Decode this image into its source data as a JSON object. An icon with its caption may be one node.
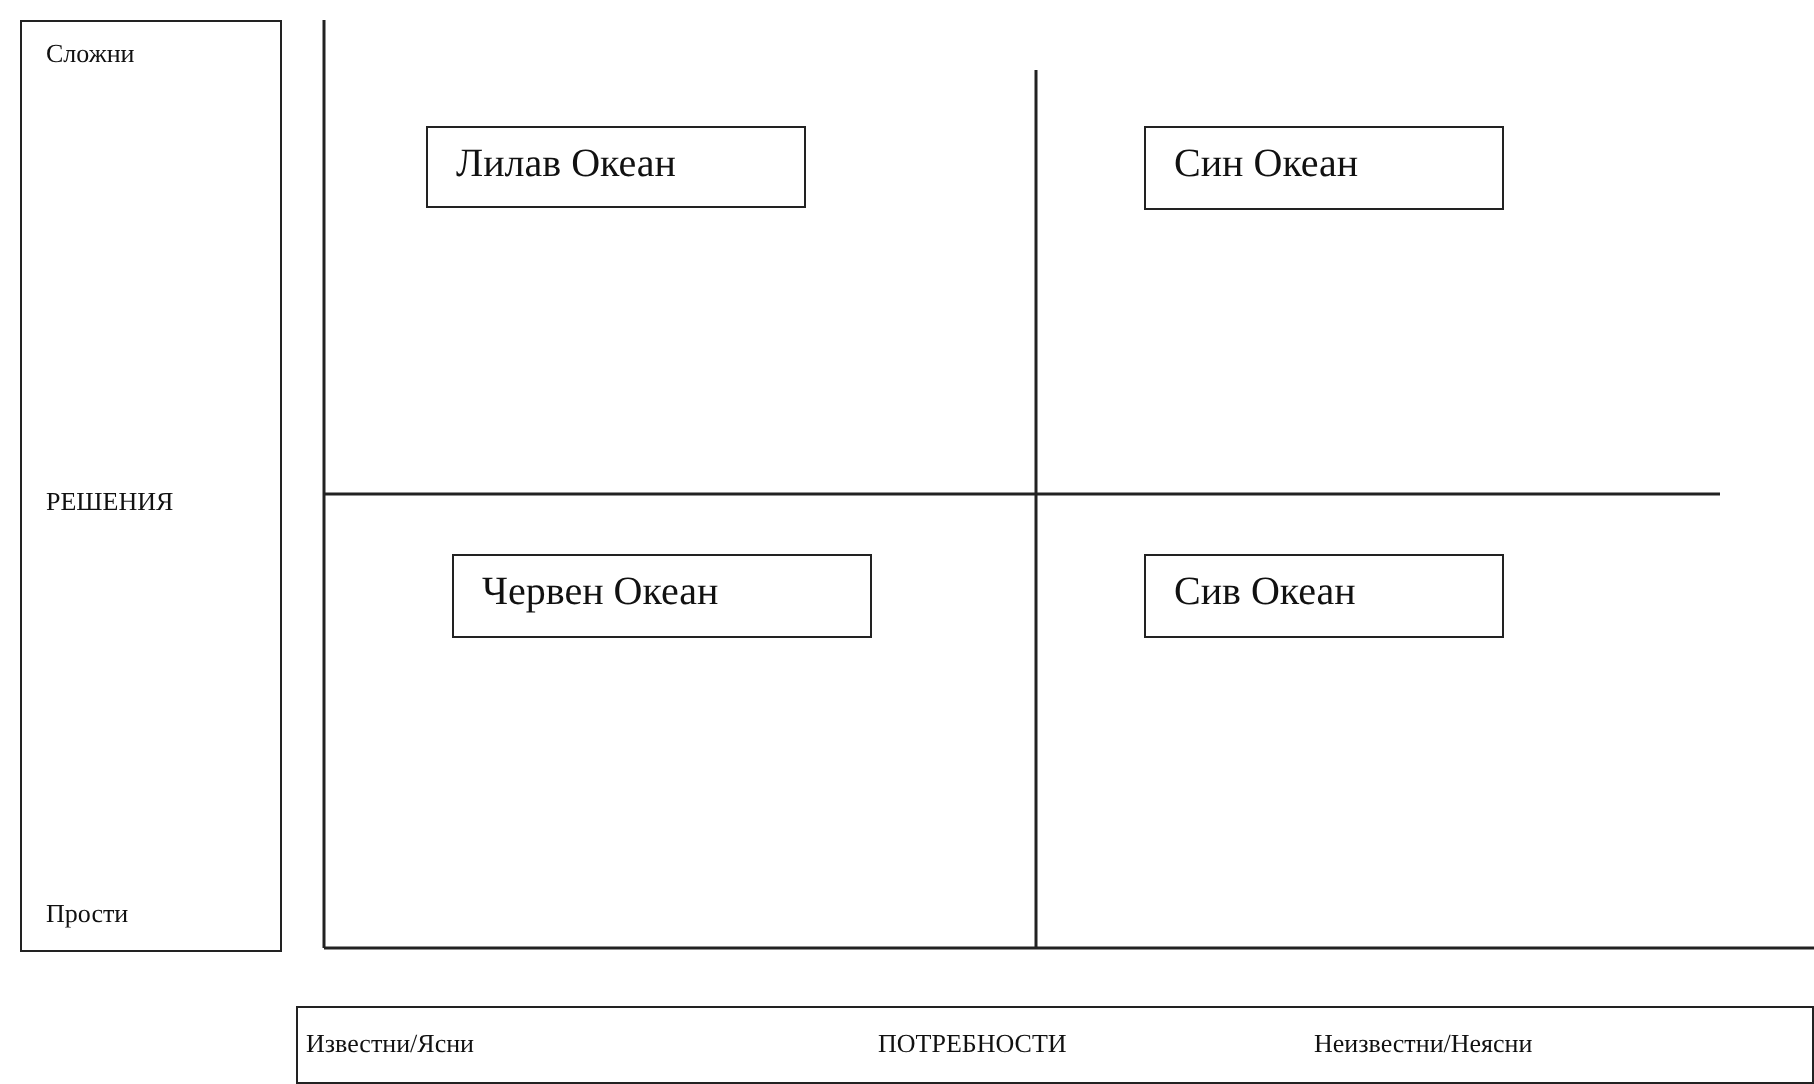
{
  "diagram": {
    "nodes": [
      {
        "text": [
          "Сложни",
          "РЕШЕНИЯ",
          "Прости"
        ]
      },
      {
        "text": [
          "Лилав Океан"
        ]
      },
      {
        "text": [
          "Син Океан"
        ]
      },
      {
        "text": [
          "Червен Океан"
        ]
      },
      {
        "text": [
          "Сив Океан"
        ]
      },
      {
        "text": [
          "Известни/Ясни",
          "ПОТРЕБНОСТИ",
          "Неизвестни/Неясни"
        ]
      }
    ]
  }
}
